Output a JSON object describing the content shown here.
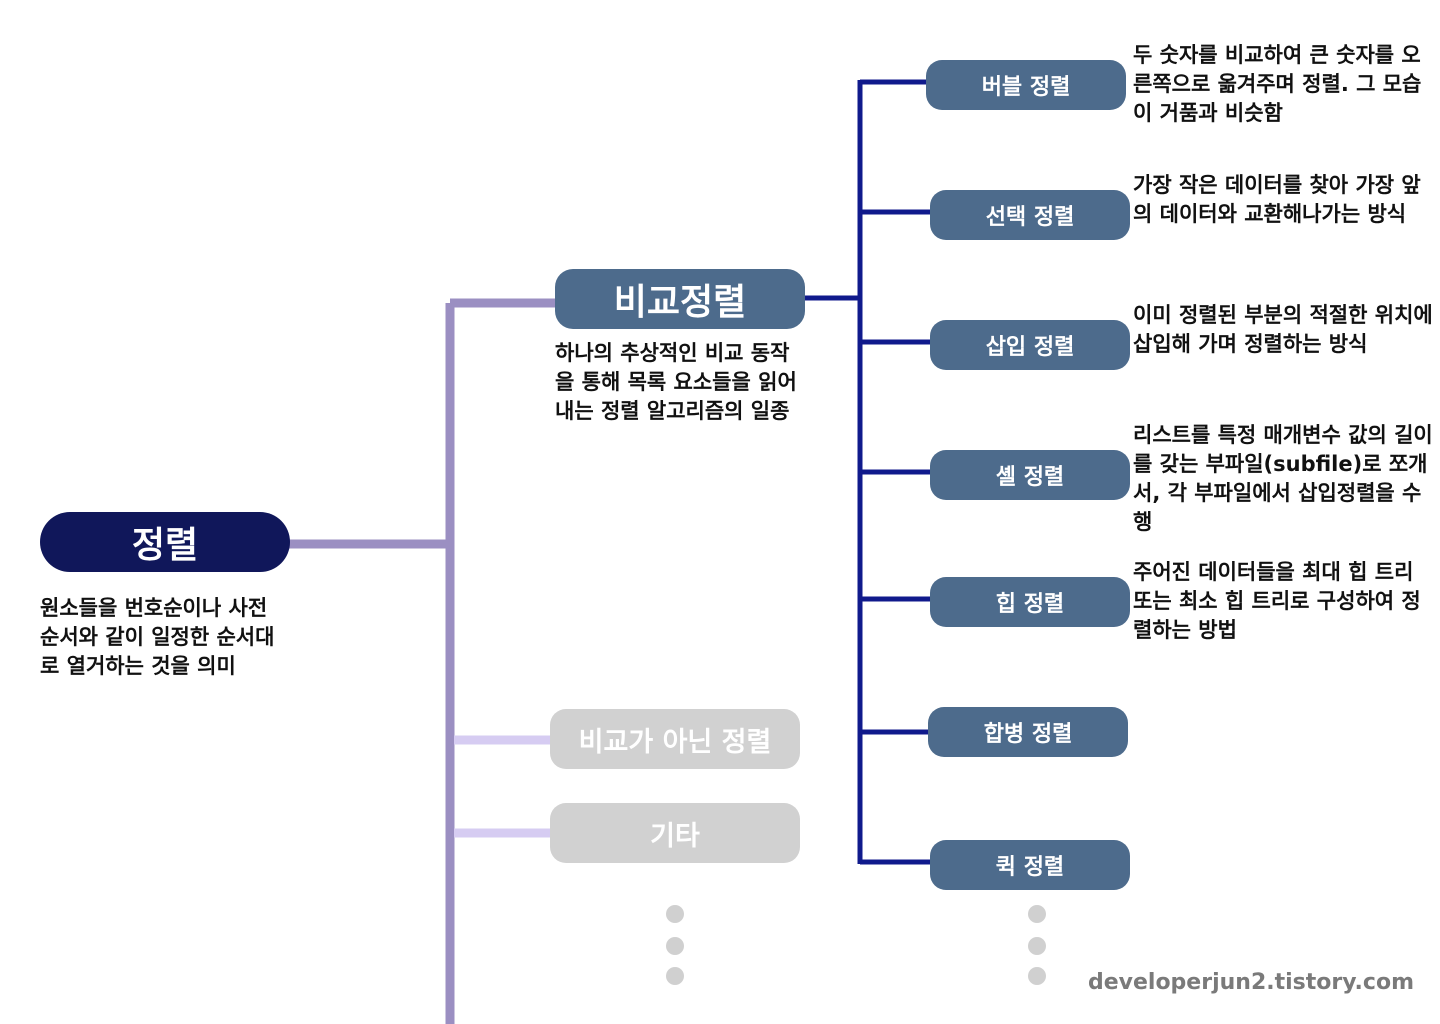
{
  "root": {
    "label": "정렬",
    "description": "원소들을 번호순이나 사전 순서와 같이 일정한 순서대로 열거하는 것을 의미"
  },
  "comparison_sort": {
    "label": "비교정렬",
    "description": "하나의 추상적인 비교 동작을 통해 목록 요소들을 읽어내는 정렬 알고리즘의 일종"
  },
  "other_branches": [
    {
      "label": "비교가 아닌 정렬"
    },
    {
      "label": "기타"
    }
  ],
  "algorithms": [
    {
      "label": "버블 정렬",
      "description": "두 숫자를 비교하여 큰 숫자를 오른쪽으로 옮겨주며 정렬. 그 모습이 거품과 비슷함"
    },
    {
      "label": "선택 정렬",
      "description": "가장 작은 데이터를 찾아 가장 앞의 데이터와 교환해나가는 방식"
    },
    {
      "label": "삽입 정렬",
      "description": "이미 정렬된 부분의 적절한 위치에 삽입해 가며 정렬하는 방식"
    },
    {
      "label": "셸 정렬",
      "description": "리스트를 특정 매개변수 값의 길이를 갖는 부파일(subfile)로 쪼개서, 각 부파일에서 삽입정렬을 수행"
    },
    {
      "label": "힙 정렬",
      "description": "주어진 데이터들을 최대 힙 트리 또는 최소 힙 트리로 구성하여 정렬하는 방법"
    },
    {
      "label": "합병 정렬",
      "description": ""
    },
    {
      "label": "퀵 정렬",
      "description": ""
    }
  ],
  "colors": {
    "root": "#10175a",
    "node": "#4d6b8c",
    "inactive": "#d1d1d1",
    "trunk": "#9b8fc2",
    "faint_link": "#d6ccf2",
    "algorithm_link": "#101a8c"
  },
  "watermark": "developerjun2.tistory.com"
}
